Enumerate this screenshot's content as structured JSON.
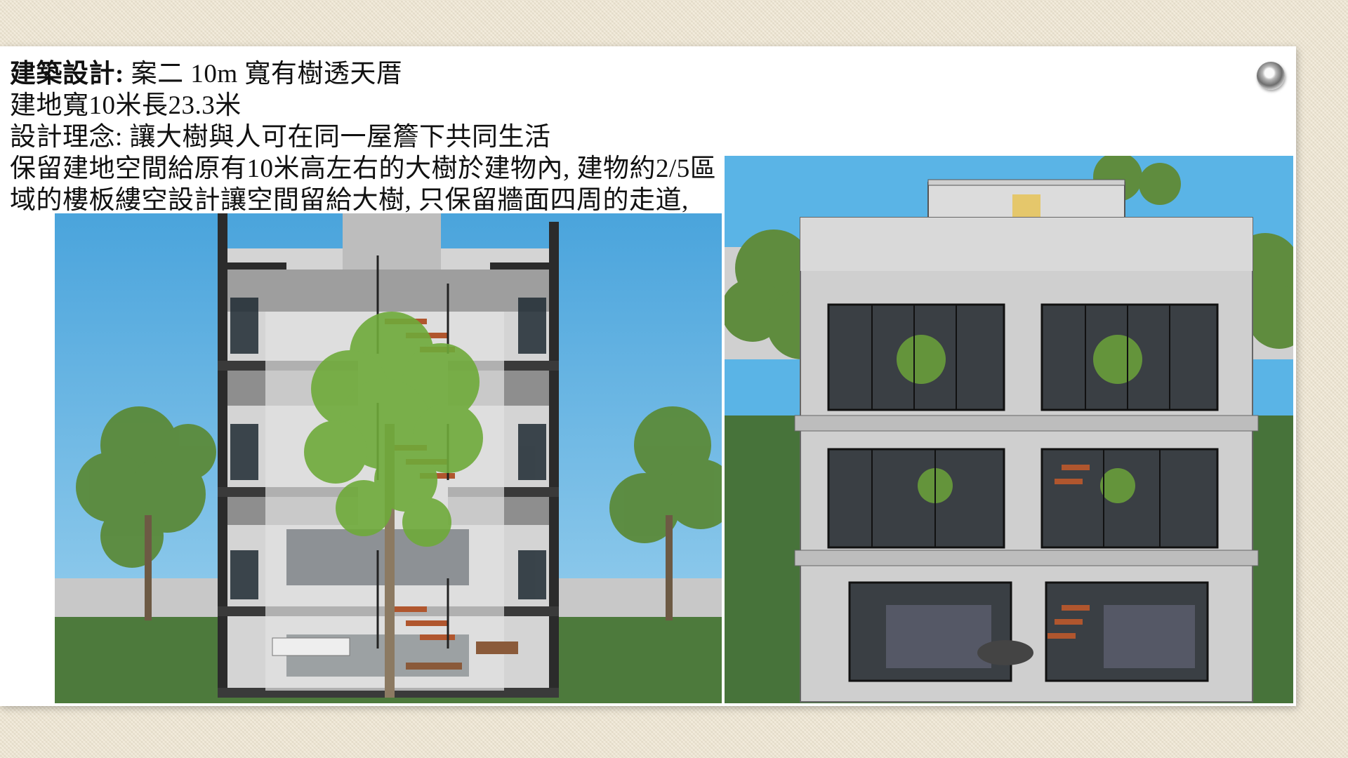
{
  "slide": {
    "lines": [
      {
        "bold": "建築設計:",
        "text": " 案二 10m 寬有樹透天厝"
      },
      {
        "bold": "",
        "text": "建地寬10米長23.3米"
      },
      {
        "bold": "",
        "text": "設計理念: 讓大樹與人可在同一屋簷下共同生活"
      },
      {
        "bold": "",
        "text": "保留建地空間給原有10米高左右的大樹於建物內, 建物約2/5區"
      },
      {
        "bold": "",
        "text": "域的樓板縷空設計讓空間留給大樹, 只保留牆面四周的走道,"
      }
    ]
  },
  "renders": {
    "section": {
      "icon": "building-section-render"
    },
    "facade": {
      "icon": "building-facade-render"
    }
  },
  "colors": {
    "sky": "#5aaee0",
    "concrete": "#c9c9c9",
    "wall_dark": "#2b2b2b",
    "foliage": "#6faa3a",
    "ground": "#4d7a3c",
    "stair": "#b0562e",
    "background": "#efe6d2"
  }
}
